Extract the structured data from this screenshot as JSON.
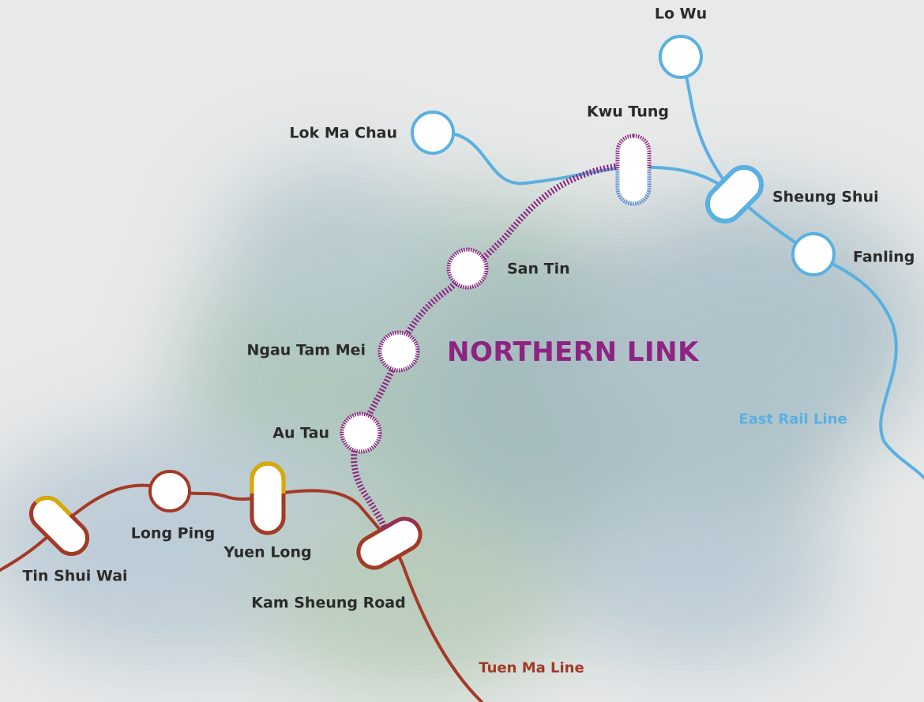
{
  "map_title": "NORTHERN LINK",
  "lines": {
    "northern_link": {
      "name": "NORTHERN LINK",
      "color": "#8e2381"
    },
    "east_rail": {
      "name": "East Rail Line",
      "color": "#5ab0e0"
    },
    "tuen_ma": {
      "name": "Tuen Ma Line",
      "color": "#a33a26"
    },
    "west_rail_interchange": {
      "color": "#d8a900"
    }
  },
  "stations": {
    "lo_wu": "Lo Wu",
    "lok_ma_chau": "Lok Ma Chau",
    "kwu_tung": "Kwu Tung",
    "sheung_shui": "Sheung Shui",
    "fanling": "Fanling",
    "san_tin": "San Tin",
    "ngau_tam_mei": "Ngau Tam Mei",
    "au_tau": "Au Tau",
    "kam_sheung_road": "Kam Sheung Road",
    "yuen_long": "Yuen Long",
    "long_ping": "Long Ping",
    "tin_shui_wai": "Tin Shui Wai"
  }
}
